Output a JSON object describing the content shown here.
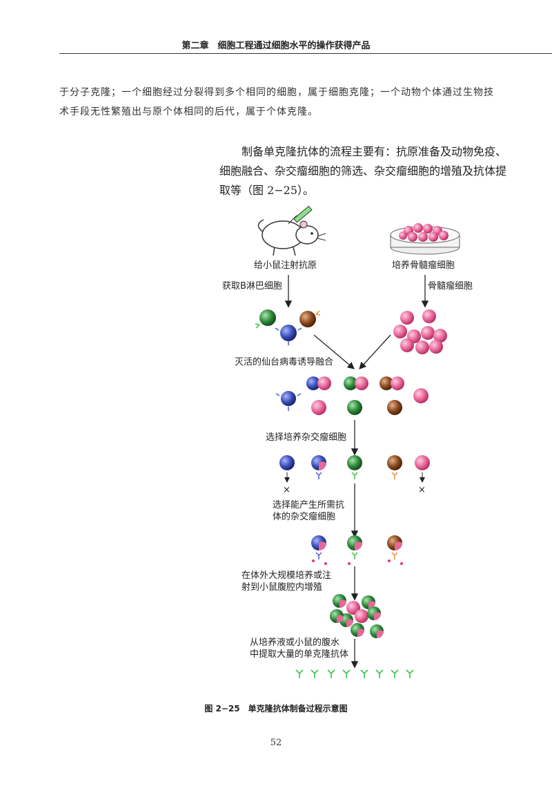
{
  "header": {
    "title": "第二章　细胞工程通过细胞水平的操作获得产品"
  },
  "body": {
    "paragraph1": "于分子克隆；一个细胞经过分裂得到多个相同的细胞，属于细胞克隆；一个动物个体通过生物技术手段无性繁殖出与原个体相同的后代，属于个体克隆。",
    "paragraph2": "制备单克隆抗体的流程主要有：抗原准备及动物免疫、细胞融合、杂交瘤细胞的筛选、杂交瘤细胞的增殖及抗体提取等（图 2−25）。"
  },
  "figure": {
    "label_inject": "给小鼠注射抗原",
    "label_culture": "培养骨髓瘤细胞",
    "label_bcell": "获取B淋巴细胞",
    "label_myeloma": "骨髓瘤细胞",
    "label_fusion": "灭活的仙台病毒诱导融合",
    "label_select1": "选择培养杂交瘤细胞",
    "label_select2_line1": "选择能产生所需抗",
    "label_select2_line2": "体的杂交瘤细胞",
    "label_expand_line1": "在体外大规模培养或注",
    "label_expand_line2": "射到小鼠腹腔内增殖",
    "label_extract_line1": "从培养液或小鼠的腹水",
    "label_extract_line2": "中提取大量的单克隆抗体",
    "cross_mark": "×",
    "colors": {
      "blue": "#3a4fb8",
      "green": "#2f8a3a",
      "brown": "#8a4a1e",
      "pink": "#e9689a",
      "antibody_green": "#3cc24a",
      "antibody_blue": "#4a5ad8",
      "antibody_orange": "#f08a2a"
    }
  },
  "caption": "图 2−25　单克隆抗体制备过程示意图",
  "page_number": "52"
}
